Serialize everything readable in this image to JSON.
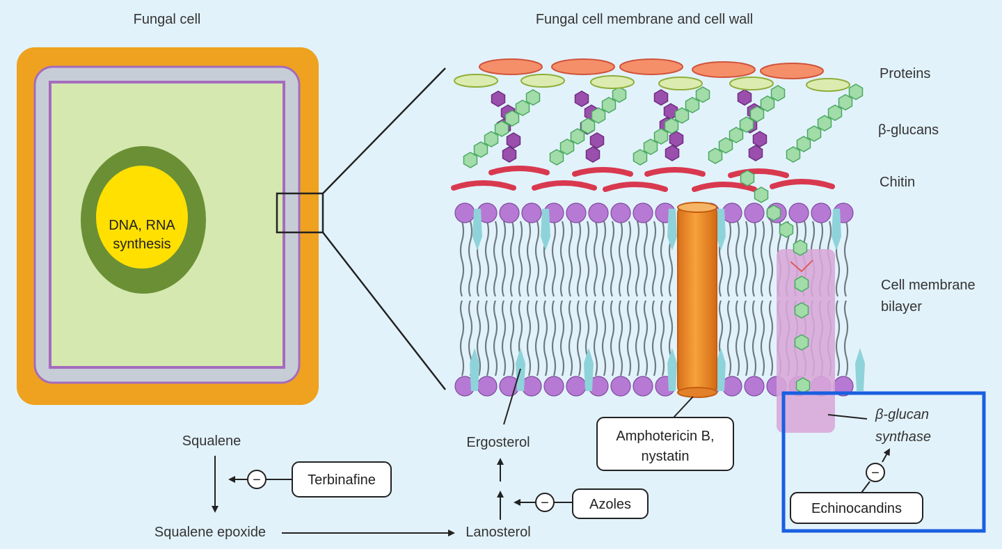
{
  "titles": {
    "fungal_cell": "Fungal cell",
    "membrane_wall": "Fungal cell membrane and cell wall"
  },
  "nucleus": {
    "line1": "DNA, RNA",
    "line2": "synthesis"
  },
  "layer_labels": {
    "proteins": "Proteins",
    "glucans": "β-glucans",
    "chitin": "Chitin",
    "membrane_line1": "Cell membrane",
    "membrane_line2": "bilayer"
  },
  "pathway": {
    "squalene": "Squalene",
    "squalene_epoxide": "Squalene epoxide",
    "lanosterol": "Lanosterol",
    "ergosterol": "Ergosterol"
  },
  "drugs": {
    "terbinafine": "Terbinafine",
    "azoles": "Azoles",
    "amphotericin_line1": "Amphotericin B,",
    "amphotericin_line2": "nystatin",
    "echinocandins": "Echinocandins"
  },
  "enzyme": {
    "line1": "β-glucan",
    "line2": "synthase"
  },
  "inhibit_symbol": "−",
  "colors": {
    "background": "#e2f2fb",
    "cell_wall": "#eea21f",
    "periplasm": "#c6cdd6",
    "membrane": "#a56bbf",
    "cytoplasm": "#d4e8b0",
    "nucleus": "#6b8f35",
    "nucleolus": "#ffe000",
    "protein_outer": "#f58f6a",
    "protein_inner": "#dcecb0",
    "glucan": "#a2dca8",
    "hexagon_purple": "#9b4fad",
    "chitin": "#d8394f",
    "lipid_head": "#b67ad4",
    "ergosterol": "#8fd3da",
    "amphotericin": "#f08c24",
    "synthase": "#d8a7d8",
    "highlight_box": "#1a5fe0"
  }
}
